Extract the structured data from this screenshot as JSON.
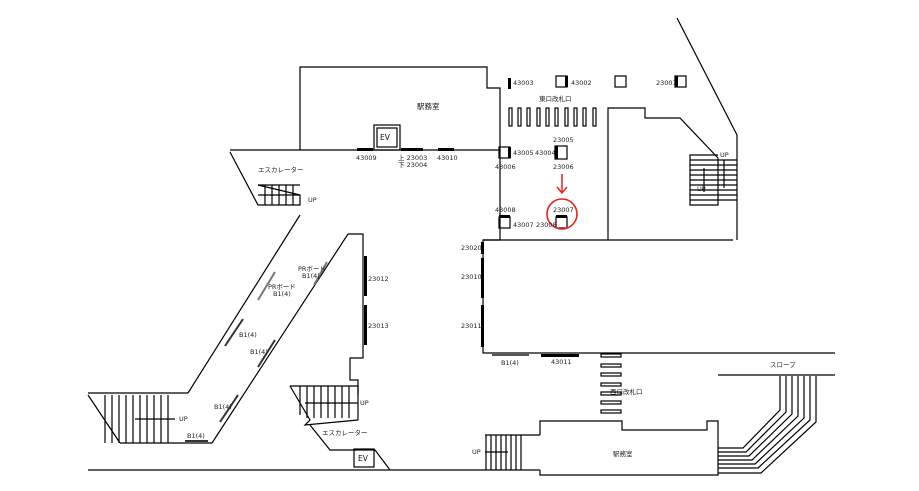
{
  "rooms": {
    "station_office_top": "駅務室",
    "station_office_bottom": "駅務室",
    "east_gate": "東口改札口",
    "west_gate": "西口改札口",
    "slope": "スロープ",
    "escalator_left": "エスカレーター",
    "escalator_bottom": "エスカレーター",
    "ev_top": "EV",
    "ev_bottom": "EV"
  },
  "up_labels": [
    "UP",
    "UP",
    "UP",
    "UP",
    "UP",
    "UP"
  ],
  "signs": {
    "s43003": "43003",
    "s43002": "43002",
    "s23001": "23001",
    "s43009": "43009",
    "s23003": "上 23003",
    "s23004": "下 23004",
    "s43010": "43010",
    "s43005": "43005",
    "s43006": "43006",
    "s23005": "23005",
    "s43004": "43004",
    "s23006": "23006",
    "s43008": "43008",
    "s43007": "43007",
    "s23007": "23007",
    "s23008": "23008",
    "s23020": "23020",
    "s23010": "23010",
    "s23011": "23011",
    "s23012": "23012",
    "s23013": "23013",
    "s43011": "43011",
    "b1_bottom": "B1(4)"
  },
  "boards": {
    "pr1": "PRボード",
    "pr1b": "B1(4)",
    "pr2": "PRボード",
    "pr2b": "B1(4)",
    "b1a": "B1(4)",
    "b1b": "B1(4)",
    "b1c": "B1(4)",
    "b1d": "B1(4)"
  },
  "highlight": {
    "target": "23007",
    "color": "#e8211a"
  }
}
